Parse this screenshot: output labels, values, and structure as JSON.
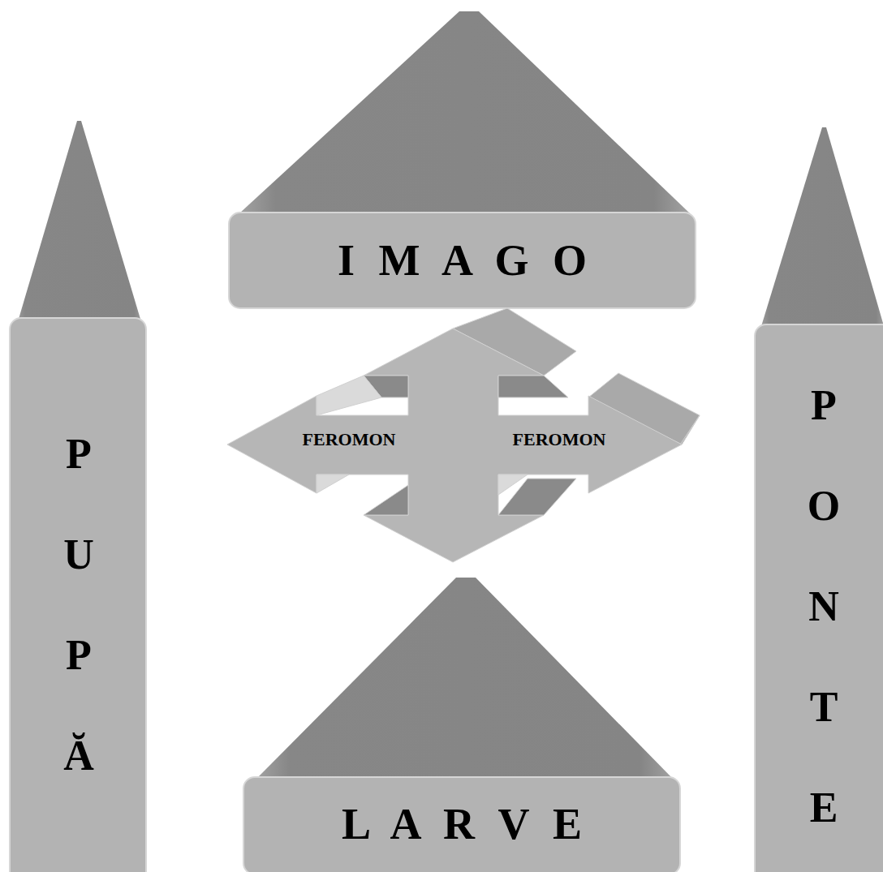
{
  "diagram": {
    "nodes": [
      {
        "text": [
          "I M A G O"
        ]
      },
      {
        "text": [
          "P U P Ă"
        ]
      },
      {
        "text": [
          "P O N T E"
        ]
      },
      {
        "text": [
          "FEROMON",
          "FEROMON"
        ]
      },
      {
        "text": [
          "L A R V E"
        ]
      }
    ]
  }
}
